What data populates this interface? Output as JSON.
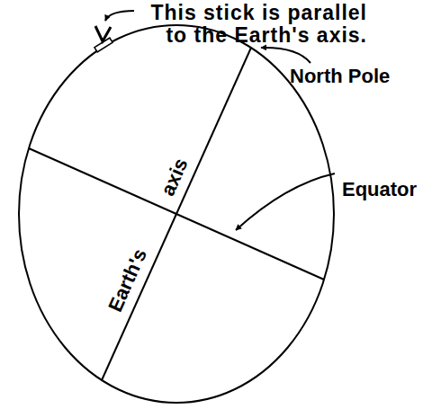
{
  "diagram": {
    "labels": [
      "This stick is parallel to the Earth's axis.",
      "North Pole",
      "Equator",
      "axis",
      "Earth's"
    ]
  }
}
